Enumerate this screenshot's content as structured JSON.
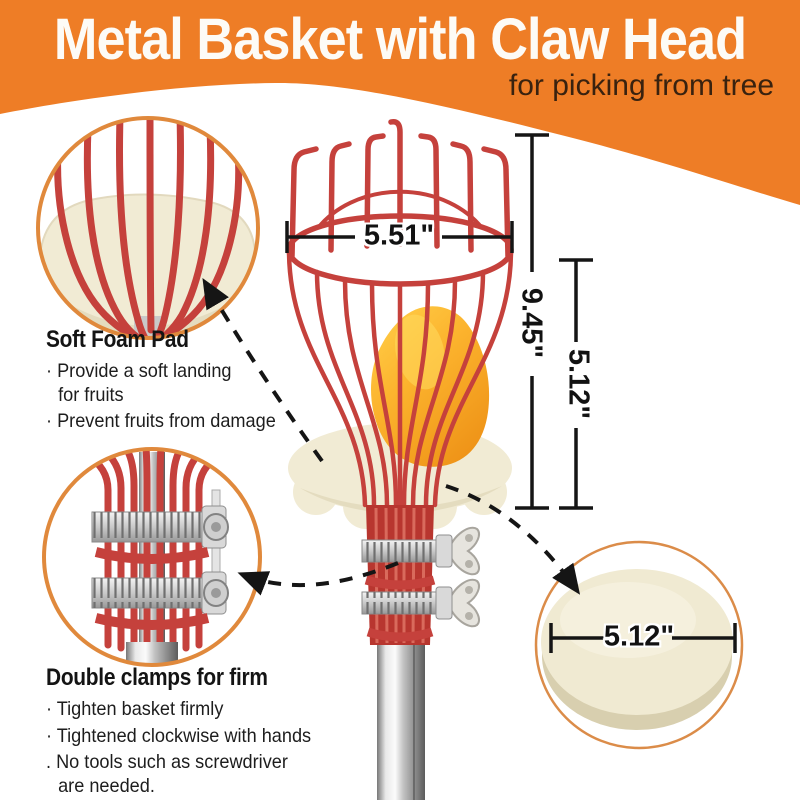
{
  "header": {
    "title": "Metal Basket with Claw Head",
    "subtitle": "for picking from tree",
    "bg_color": "#EE7D26",
    "title_color": "#FDFBF6",
    "subtitle_color": "#39220F"
  },
  "callouts": {
    "foam_pad": {
      "heading": "Soft Foam Pad",
      "bullets": [
        "· Provide a soft landing\nfor fruits",
        "· Prevent fruits from damage"
      ]
    },
    "clamps": {
      "heading": "Double clamps for firm",
      "bullets": [
        "· Tighten basket firmly",
        "· Tightened clockwise with hands",
        ". No tools such as screwdriver\nare needed."
      ]
    }
  },
  "dimensions": {
    "basket_width": "5.51\"",
    "total_height": "9.45\"",
    "basket_depth": "5.12\"",
    "pad_diameter": "5.12\""
  },
  "colors": {
    "accent_orange": "#EE7D26",
    "circle_border": "#E0893C",
    "wire_red": "#C5413C",
    "foam_cream": "#F1EBD4",
    "fruit_yellow": "#FCB42E",
    "annotation_black": "#151515"
  }
}
